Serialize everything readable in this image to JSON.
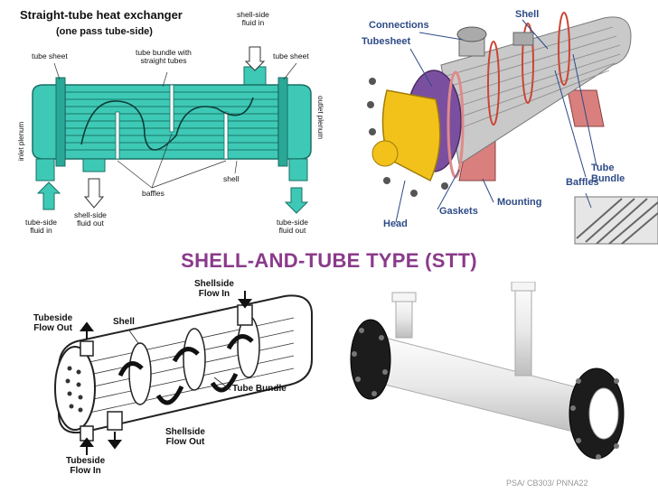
{
  "panel1": {
    "heading_line1": "Straight-tube heat exchanger",
    "heading_line2": "(one pass tube-side)",
    "shell_in": "shell-side\nfluid in",
    "tube_sheet_left": "tube sheet",
    "tube_bundle": "tube bundle with\nstraight tubes",
    "tube_sheet_right": "tube sheet",
    "inlet_plenum": "inlet plenum",
    "outlet_plenum": "outlet plenum",
    "baffles": "baffles",
    "shell": "shell",
    "tube_in": "tube-side\nfluid in",
    "shell_out": "shell-side\nfluid out",
    "tube_out": "tube-side\nfluid out"
  },
  "panel2": {
    "connections": "Connections",
    "tubesheet": "Tubesheet",
    "shell": "Shell",
    "baffles": "Baffles",
    "tube_bundle": "Tube\nBundle",
    "mounting": "Mounting",
    "gaskets": "Gaskets",
    "head": "Head"
  },
  "title": "SHELL-AND-TUBE TYPE (STT)",
  "panel3": {
    "shellside_in": "Shellside\nFlow In",
    "tubeside_out": "Tubeside\nFlow Out",
    "shell": "Shell",
    "tube_bundle": "Tube Bundle",
    "shellside_out": "Shellside\nFlow Out",
    "tubeside_in": "Tubeside\nFlow In"
  },
  "footer": "PSA/ CB303/ PNNA22",
  "colors": {
    "title": "#8a3a8a",
    "diagram_teal": "#3ec9b6",
    "callout_blue": "#2d4a86",
    "head_yellow": "#f2c21b",
    "mount_pink": "#d9807f",
    "shell_gray": "#b8b8b8"
  }
}
